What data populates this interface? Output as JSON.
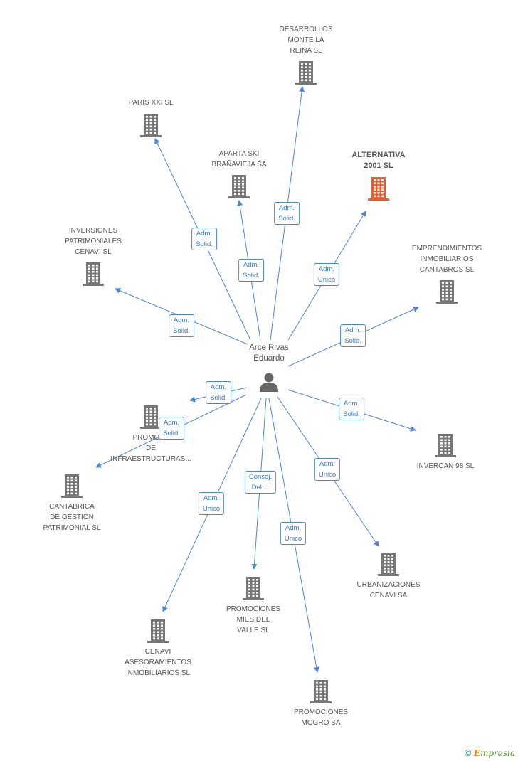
{
  "center": {
    "name": "Arce Rivas\nEduardo",
    "icon": "person-icon"
  },
  "colors": {
    "edge": "#4a86d8",
    "building": "#777777",
    "highlight": "#ee5a2e",
    "text": "#555555"
  },
  "nodes": [
    {
      "id": "desarrollos",
      "label": "DESARROLLOS\nMONTE LA\nREINA SL",
      "highlight": false
    },
    {
      "id": "parisxxi",
      "label": "PARIS XXI SL",
      "highlight": false
    },
    {
      "id": "apartaski",
      "label": "APARTA SKI\nBRAÑAVIEJA SA",
      "highlight": false
    },
    {
      "id": "alternativa",
      "label": "ALTERNATIVA\n2001 SL",
      "highlight": true
    },
    {
      "id": "inversiones",
      "label": "INVERSIONES\nPATRIMONIALES\nCENAVI SL",
      "highlight": false
    },
    {
      "id": "emprendimientos",
      "label": "EMPRENDIMIENTOS\nINMOBILIARIOS\nCANTABROS SL",
      "highlight": false
    },
    {
      "id": "promotora",
      "label": "PROMOT...\nDE\nINFRAESTRUCTURAS...",
      "highlight": false
    },
    {
      "id": "invercan",
      "label": "INVERCAN 98 SL",
      "highlight": false
    },
    {
      "id": "cantabrica",
      "label": "CANTABRICA\nDE GESTION\nPATRIMONIAL SL",
      "highlight": false
    },
    {
      "id": "urbanizaciones",
      "label": "URBANIZACIONES\nCENAVI SA",
      "highlight": false
    },
    {
      "id": "promocionesmies",
      "label": "PROMOCIONES\nMIES DEL\nVALLE SL",
      "highlight": false
    },
    {
      "id": "cenavi",
      "label": "CENAVI\nASESORAMIENTOS\nINMOBILIARIOS SL",
      "highlight": false
    },
    {
      "id": "promocionesmogro",
      "label": "PROMOCIONES\nMOGRO SA",
      "highlight": false
    }
  ],
  "edges": [
    {
      "to": "desarrollos",
      "label": "Adm.\nSolid."
    },
    {
      "to": "parisxxi",
      "label": "Adm.\nSolid."
    },
    {
      "to": "apartaski",
      "label": "Adm.\nSolid."
    },
    {
      "to": "alternativa",
      "label": "Adm.\nUnico"
    },
    {
      "to": "inversiones",
      "label": "Adm.\nSolid."
    },
    {
      "to": "emprendimientos",
      "label": "Adm.\nSolid."
    },
    {
      "to": "promotora",
      "label": "Adm.\nSolid."
    },
    {
      "to": "invercan",
      "label": "Adm.\nSolid."
    },
    {
      "to": "cantabrica",
      "label": "Adm.\nSolid."
    },
    {
      "to": "urbanizaciones",
      "label": "Adm.\nUnico"
    },
    {
      "to": "promocionesmies",
      "label": "Consej.\nDel...."
    },
    {
      "to": "cenavi",
      "label": "Adm.\nUnico"
    },
    {
      "to": "promocionesmogro",
      "label": "Adm.\nUnico"
    }
  ],
  "footer": {
    "copyright": "©",
    "brand_initial": "E",
    "brand_rest": "mpresia"
  }
}
